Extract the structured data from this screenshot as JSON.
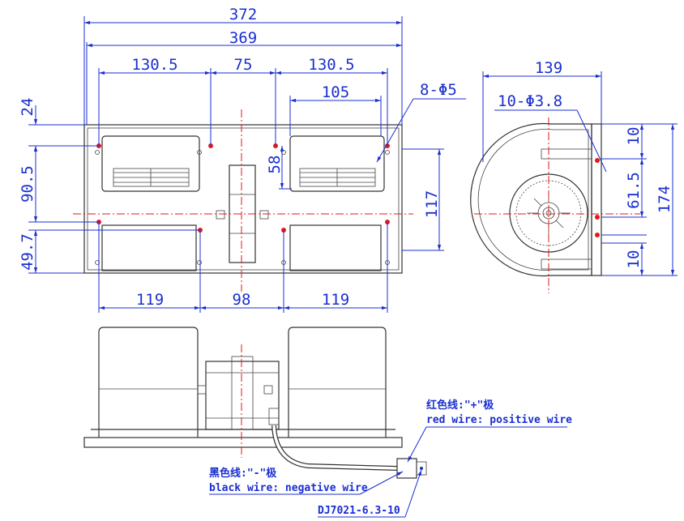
{
  "front_view": {
    "overall_width": "372",
    "hole_span": "369",
    "spacing_left": "130.5",
    "spacing_center": "75",
    "spacing_right": "130.5",
    "inner_width": "105",
    "holes_label": "8-Φ5",
    "top_offset": "24",
    "upper_height": "90.5",
    "lower_height": "49.7",
    "mount_height": "58",
    "side_height": "117",
    "bottom_left": "119",
    "bottom_center": "98",
    "bottom_right": "119"
  },
  "side_view": {
    "depth": "139",
    "holes_label": "10-Φ3.8",
    "top_dim": "10",
    "mid_dim": "61.5",
    "overall_height": "174",
    "bottom_dim": "10"
  },
  "wiring": {
    "red_wire_cn": "红色线:\"+\"极",
    "red_wire_en": "red wire: positive wire",
    "black_wire_cn": "黑色线:\"-\"极",
    "black_wire_en": "black wire: negative wire",
    "connector": "DJ7021-6.3-10"
  },
  "colors": {
    "dimension": "#1a2fd0",
    "centerline": "#e31a1a",
    "outline": "#333333"
  }
}
